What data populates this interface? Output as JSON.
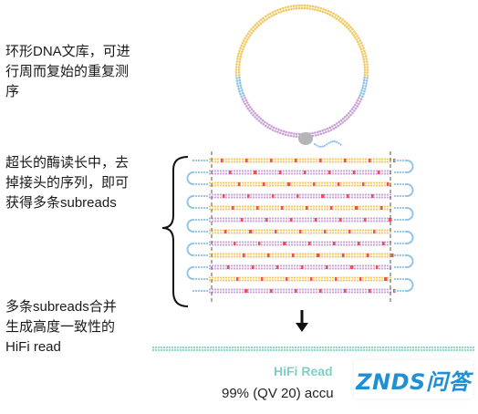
{
  "captions": {
    "circular_library": "环形DNA文库，可进\n行周而复始的重复测\n序",
    "long_read": "超长的酶读长中，去\n掉接头的序列，即可\n获得多条subreads",
    "consensus": "多条subreads合并\n生成高度一致性的\nHiFi read"
  },
  "hifi": {
    "label": "HiFi Read",
    "accuracy": "99% (QV 20) accu"
  },
  "watermark": {
    "text": "ZNDS问答"
  },
  "colors": {
    "insert": "#f2c863",
    "adapter": "#8fc3e6",
    "complement": "#c9a3d8",
    "error_mark": "#e8505b",
    "consensus": "#8fd9c9",
    "polymerase": "#b5b5b5"
  },
  "icons": {
    "brace": "left-curly-brace",
    "arrow": "down-arrow-icon"
  }
}
